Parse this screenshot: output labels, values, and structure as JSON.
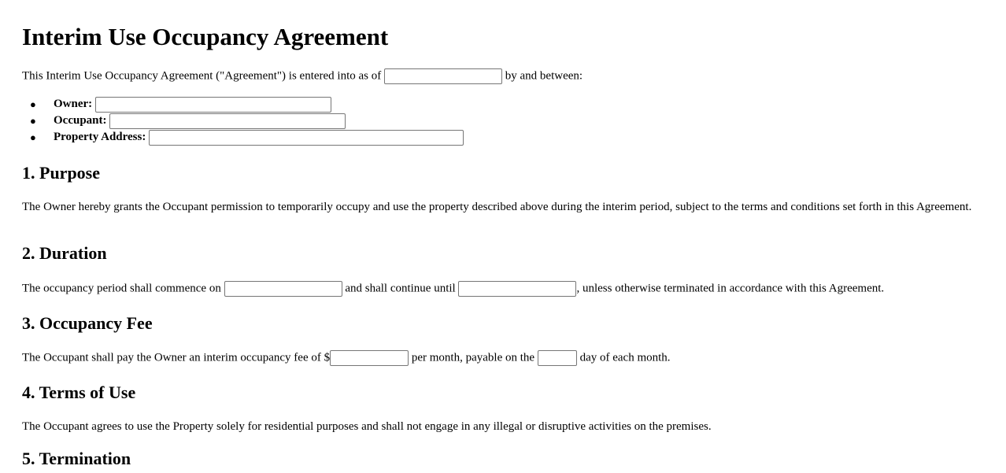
{
  "title": "Interim Use Occupancy Agreement",
  "intro": {
    "before": "This Interim Use Occupancy Agreement (\"Agreement\") is entered into as of",
    "date_value": "",
    "after": "by and between:"
  },
  "parties": [
    {
      "label": "Owner:",
      "value": ""
    },
    {
      "label": "Occupant:",
      "value": ""
    },
    {
      "label": "Property Address:",
      "value": ""
    }
  ],
  "sections": {
    "purpose": {
      "heading": "1. Purpose",
      "text": "The Owner hereby grants the Occupant permission to temporarily occupy and use the property described above during the interim period, subject to the terms and conditions set forth in this Agreement."
    },
    "duration": {
      "heading": "2. Duration",
      "t1": "The occupancy period shall commence on",
      "t2": "and shall continue until",
      "t3": ", unless otherwise terminated in accordance with this Agreement.",
      "start_value": "",
      "end_value": ""
    },
    "fee": {
      "heading": "3. Occupancy Fee",
      "t1": "The Occupant shall pay the Owner an interim occupancy fee of $",
      "t2": "per month, payable on the",
      "t3": "day of each month.",
      "amount_value": "",
      "day_value": ""
    },
    "terms": {
      "heading": "4. Terms of Use",
      "text": "The Occupant agrees to use the Property solely for residential purposes and shall not engage in any illegal or disruptive activities on the premises."
    },
    "termination": {
      "heading": "5. Termination"
    }
  }
}
